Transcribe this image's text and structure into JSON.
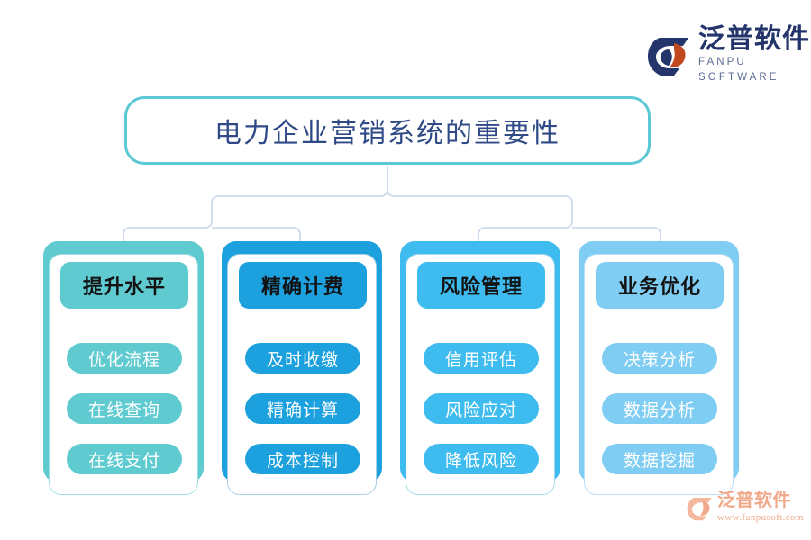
{
  "page": {
    "background": "#ffffff",
    "title_border_color": "#5BC8D4",
    "title_text_color": "#2f4a86",
    "connector_color": "#c7d6e8"
  },
  "brand": {
    "name": "brand-logo",
    "cn": "泛普软件",
    "en": "FANPU SOFTWARE",
    "mark_dark": "#23356b",
    "mark_accent": "#c0491f"
  },
  "watermark": {
    "name": "watermark-logo",
    "cn": "泛普软件",
    "url": "www.fanpusoft.com",
    "color": "#f0a98a"
  },
  "title": {
    "text": "电力企业营销系统的重要性"
  },
  "columns": [
    {
      "key": "improve-level",
      "header": "提升水平",
      "color": "#5FCBD0",
      "border": "#9fe0e4",
      "items": [
        "优化流程",
        "在线查询",
        "在线支付"
      ]
    },
    {
      "key": "accurate-billing",
      "header": "精确计费",
      "color": "#1CA1DE",
      "border": "#a8cfe8",
      "items": [
        "及时收缴",
        "精确计算",
        "成本控制"
      ]
    },
    {
      "key": "risk-management",
      "header": "风险管理",
      "color": "#3EBCEF",
      "border": "#a8d8ef",
      "items": [
        "信用评估",
        "风险应对",
        "降低风险"
      ]
    },
    {
      "key": "business-optimization",
      "header": "业务优化",
      "color": "#7FCDF2",
      "border": "#b8defa",
      "items": [
        "决策分析",
        "数据分析",
        "数据挖掘"
      ]
    }
  ]
}
